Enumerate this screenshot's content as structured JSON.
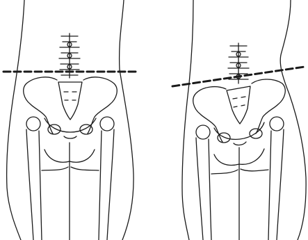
{
  "figure": {
    "panels": [
      {
        "id": "left",
        "pelvis_alignment": "level"
      },
      {
        "id": "right",
        "pelvis_alignment": "tilted"
      }
    ],
    "colors": {
      "line": "#1a1a1a",
      "background": "#ffffff"
    }
  }
}
